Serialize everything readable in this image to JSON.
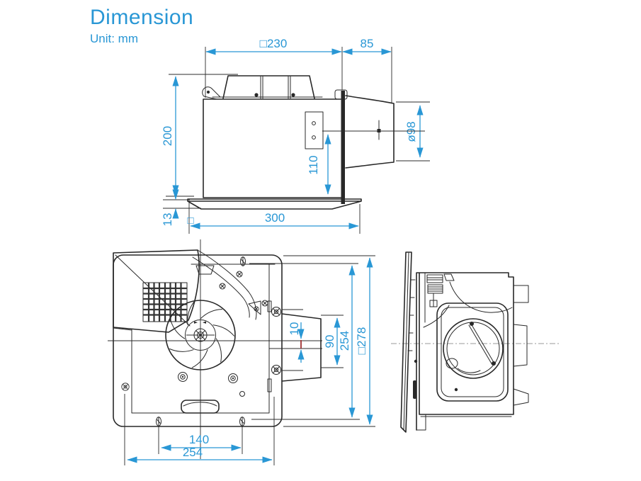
{
  "title": "Dimension",
  "unit": "Unit: mm",
  "colors": {
    "accent": "#2997d5",
    "line": "#282828",
    "offset_mark": "#a03232",
    "centerline": "#999999"
  },
  "views": {
    "top": {
      "dims": {
        "width": "□230",
        "duct_length": "85",
        "height": "200",
        "duct_center_to_flange": "110",
        "duct_diameter": "ø98",
        "panel_thickness": "13",
        "panel_width": "300",
        "square_symbol": "□"
      }
    },
    "front": {
      "dims": {
        "center_offset": "10",
        "duct_opening": "90",
        "mount_pitch_vertical": "254",
        "overall_square": "□278",
        "mount_pitch_horizontal": "140",
        "body_width": "254"
      }
    }
  }
}
